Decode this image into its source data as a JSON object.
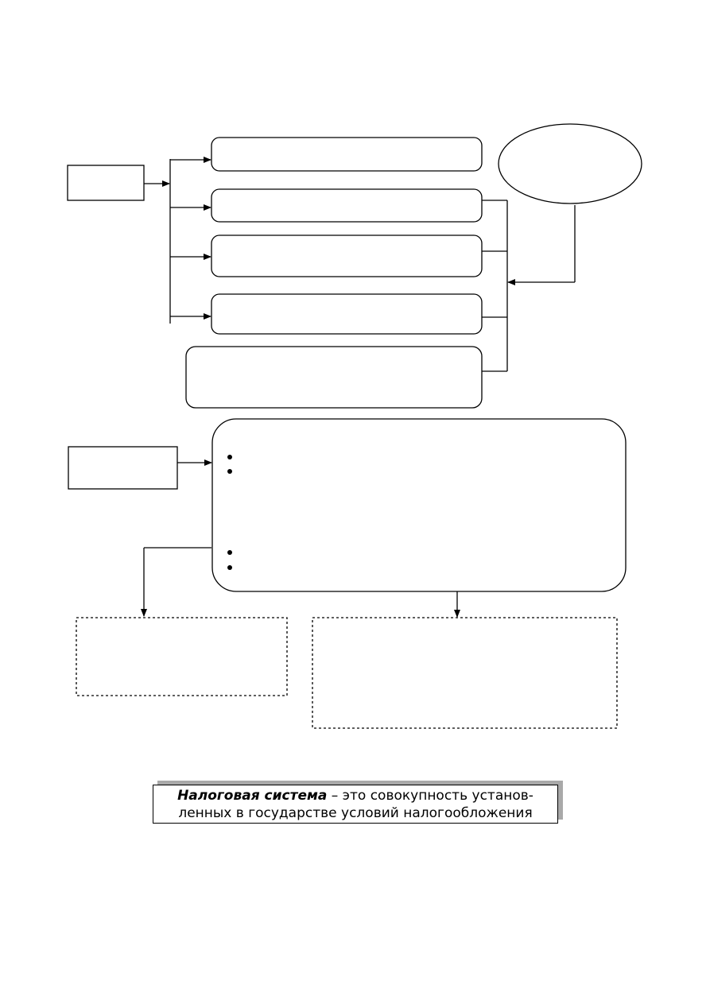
{
  "definition": {
    "term": "Налоговая система",
    "line1_rest": " – это совокупность установ-",
    "line2": "ленных в государстве условий налогообложения"
  }
}
